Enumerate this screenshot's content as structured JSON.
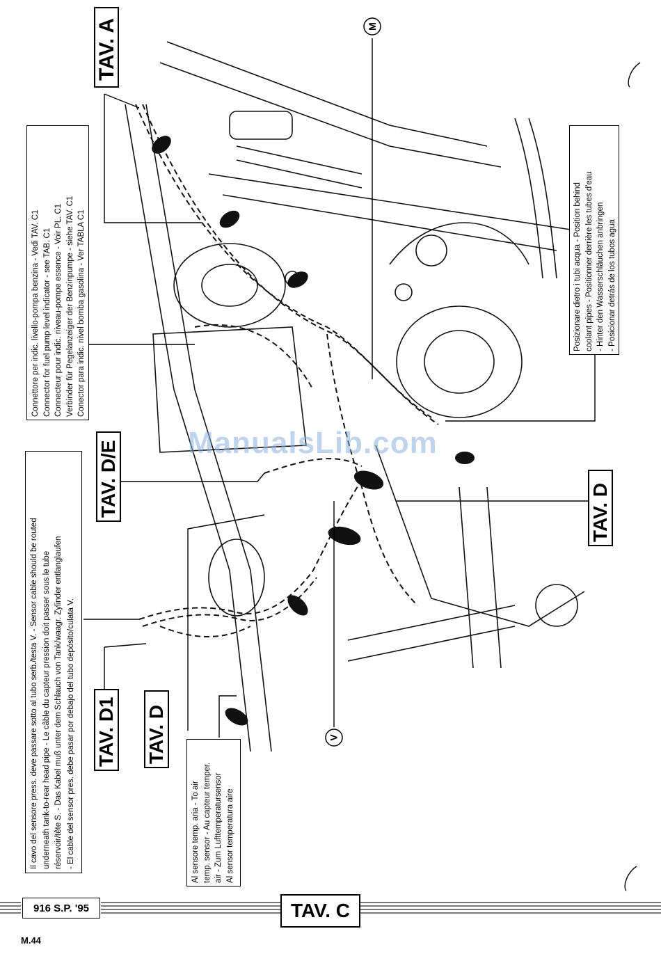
{
  "labels": {
    "tav_a": "TAV. A",
    "tav_de": "TAV. D/E",
    "tav_d_right": "TAV. D",
    "tav_d1": "TAV. D1",
    "tav_d_bottom": "TAV. D",
    "tav_c": "TAV. C",
    "marker_m": "M",
    "marker_v": "V"
  },
  "notes": {
    "fuel_connector": [
      "Connettore per indic. livello-pompa benzina - Vedi TAV. C1",
      "Connector for fuel pump level indicator - see TAB. C1",
      "Connecteur pour indic. niveau-pompe essence - Voir PL. C1",
      "Verbinder für Pegelanzeiger der Benzinpumpe - siehe TAV. C1",
      "Conector para indic. nivel bomba gasolina - Ver TABLA C1"
    ],
    "coolant_pipes": [
      "Posizionare dietro i tubi acqua - Position behind",
      "coolant pipes - Positionner derrière les tubes d'eau",
      "- Hinter den Wasserschläuchen anbringen",
      "- Posicionar detrás de los tubos agua"
    ],
    "sensor_cable": [
      "Il cavo del sensore press. deve passare sotto al tubo serb./testa V. - Sensor cable should be routed",
      "underneath tank-to-rear head pipe - Le câble du capteur pression doit passer sous le tube",
      "réservoir/tête S. - Das Kabel muß unter dem Schlauch von Tank/waagr. Zylinder entlanglaufen",
      "- El cable del sensor pres. debe pasar por debajo del tubo depósito/culata V."
    ],
    "air_temp": [
      "Al sensore temp. aria - To air",
      "temp. sensor - Au capteur temper.",
      "air - Zum Lufttemperatursensor",
      "Al sensor temperatura aire"
    ]
  },
  "footer": {
    "model": "916 S.P. '95",
    "page": "M.44"
  },
  "watermark": "ManualsLib.com"
}
